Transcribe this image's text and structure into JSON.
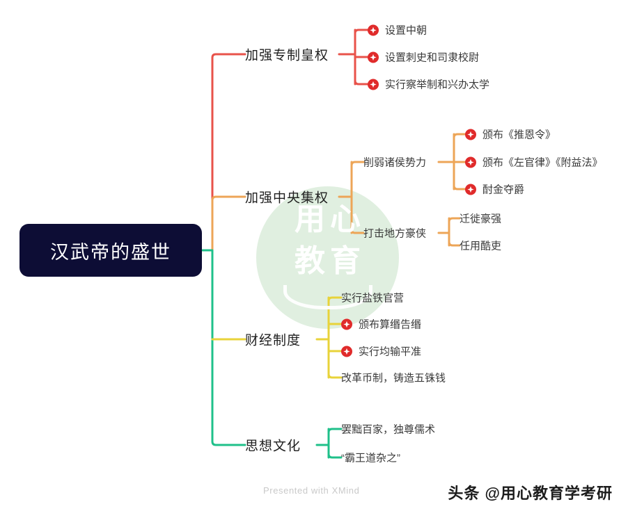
{
  "colors": {
    "root_bg": "#0d0d35",
    "branch_red": "#e8524a",
    "branch_orange": "#eda557",
    "branch_yellow": "#e8d33a",
    "branch_green": "#1fc08a",
    "icon_red": "#e02b2b",
    "watermark_green": "#cde5cd"
  },
  "root": {
    "label": "汉武帝的盛世"
  },
  "branches": [
    {
      "id": "branch-1",
      "label": "加强专制皇权",
      "color": "#e8524a",
      "children": [
        {
          "label": "设置中朝",
          "icon": "star-badge-icon"
        },
        {
          "label": "设置刺史和司隶校尉",
          "icon": "star-badge-icon"
        },
        {
          "label": "实行察举制和兴办太学",
          "icon": "star-badge-icon"
        }
      ]
    },
    {
      "id": "branch-2",
      "label": "加强中央集权",
      "color": "#eda557",
      "children": [
        {
          "label": "削弱诸侯势力",
          "icon": null,
          "children": [
            {
              "label": "颁布《推恩令》",
              "icon": "star-badge-icon"
            },
            {
              "label": "颁布《左官律》《附益法》",
              "icon": "star-badge-icon"
            },
            {
              "label": "酎金夺爵",
              "icon": "star-badge-icon"
            }
          ]
        },
        {
          "label": "打击地方豪侠",
          "icon": null,
          "children": [
            {
              "label": "迁徙豪强",
              "icon": null
            },
            {
              "label": "任用酷吏",
              "icon": null
            }
          ]
        }
      ]
    },
    {
      "id": "branch-3",
      "label": "财经制度",
      "color": "#e8d33a",
      "children": [
        {
          "label": "实行盐铁官营",
          "icon": null
        },
        {
          "label": "颁布算缗告缗",
          "icon": "star-badge-icon"
        },
        {
          "label": "实行均输平准",
          "icon": "star-badge-icon"
        },
        {
          "label": "改革币制，铸造五铢钱",
          "icon": null
        }
      ]
    },
    {
      "id": "branch-4",
      "label": "思想文化",
      "color": "#1fc08a",
      "children": [
        {
          "label": "罢黜百家，独尊儒术",
          "icon": null
        },
        {
          "label": "“霸王道杂之”",
          "icon": null
        }
      ]
    }
  ],
  "watermark": {
    "line1": "用心",
    "line2": "教育"
  },
  "footer": {
    "xmind_credit": "Presented with XMind",
    "brand": "头条 @用心教育学考研"
  }
}
